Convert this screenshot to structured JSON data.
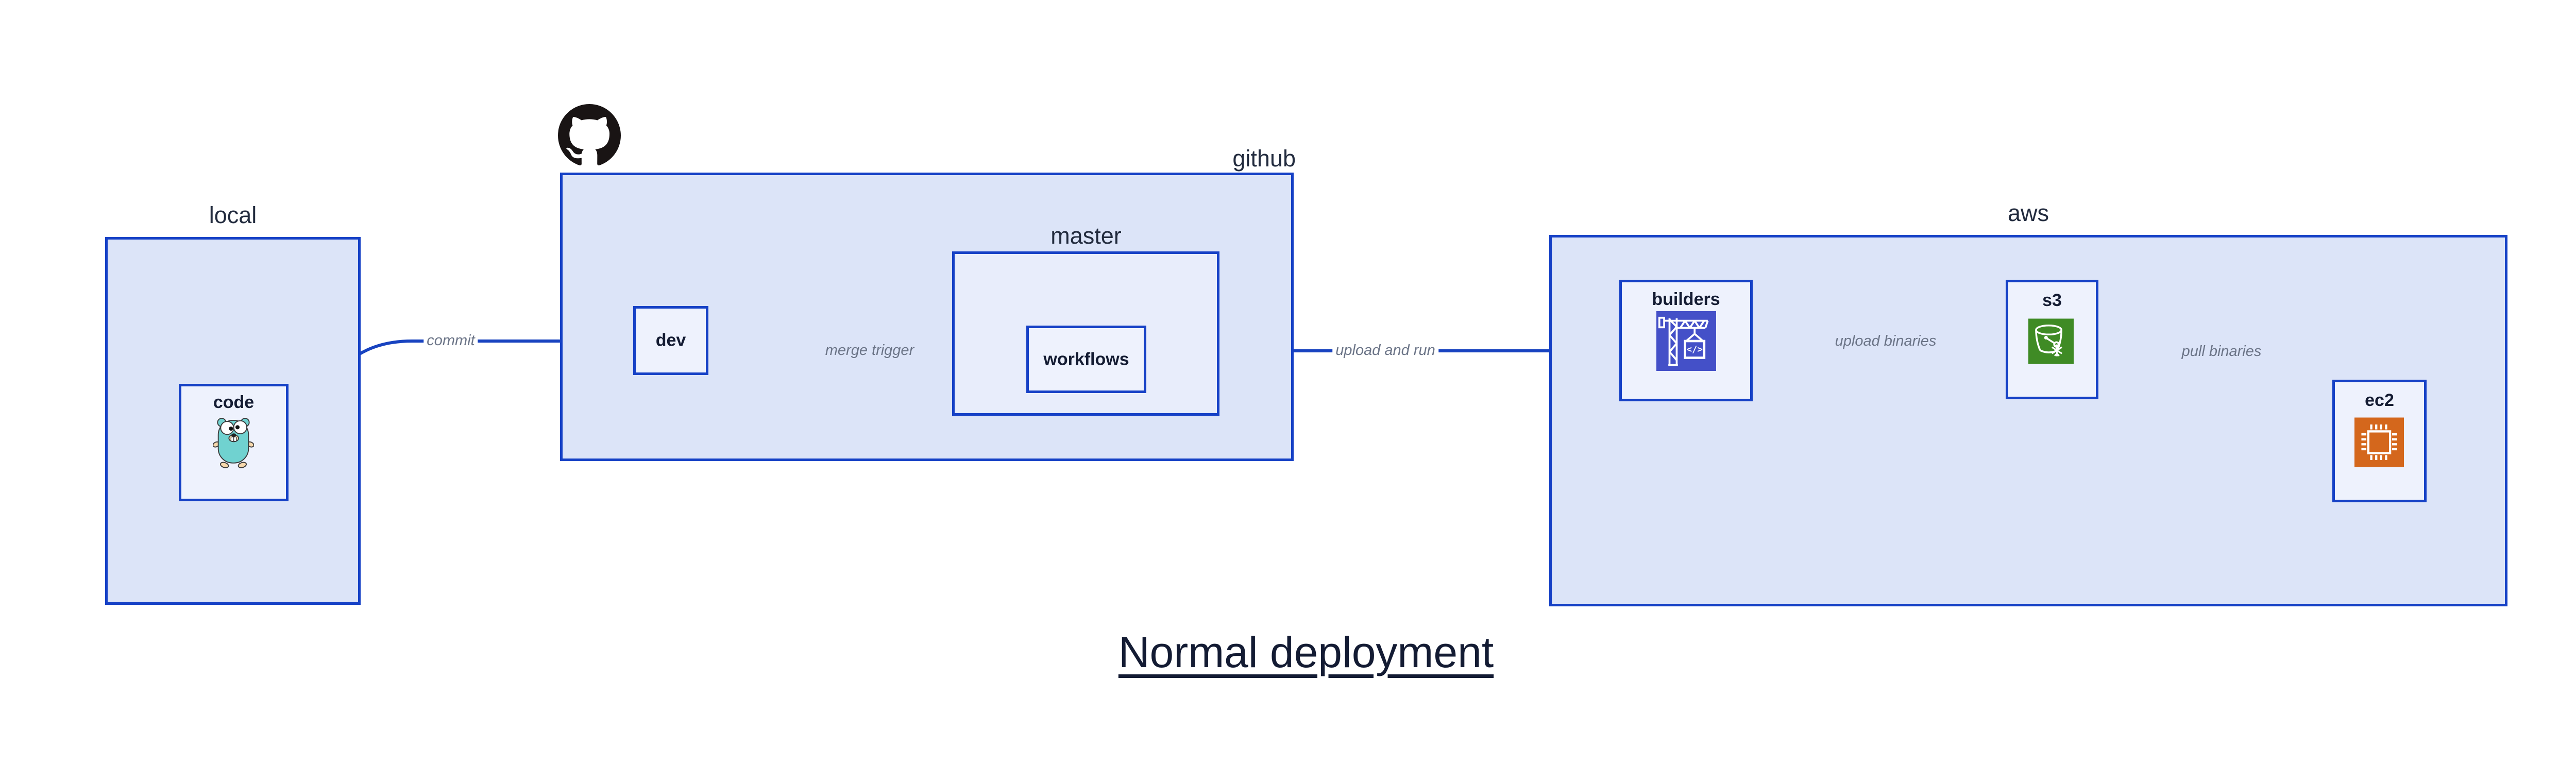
{
  "title": "Normal deployment",
  "containers": {
    "local": {
      "label": "local"
    },
    "github": {
      "label": "github"
    },
    "master": {
      "label": "master"
    },
    "aws": {
      "label": "aws"
    }
  },
  "nodes": {
    "code": {
      "label": "code"
    },
    "dev": {
      "label": "dev"
    },
    "workflows": {
      "label": "workflows"
    },
    "builders": {
      "label": "builders"
    },
    "s3": {
      "label": "s3"
    },
    "ec2": {
      "label": "ec2"
    }
  },
  "edges": {
    "commit": {
      "label": "commit"
    },
    "merge_trigger": {
      "label": "merge trigger"
    },
    "upload_and_run": {
      "label": "upload and run"
    },
    "upload_binaries": {
      "label": "upload binaries"
    },
    "pull_binaries": {
      "label": "pull binaries"
    }
  },
  "icons": {
    "github_logo": "octocat-icon",
    "code": "go-gopher-icon",
    "builders": "codebuild-crane-icon",
    "s3": "s3-glacier-bucket-icon",
    "ec2": "ec2-chip-icon"
  },
  "colors": {
    "box_border": "#1641c6",
    "arrow": "#1843c0",
    "container_fill": "#dce4f8",
    "master_fill": "#e8edfb",
    "node_fill": "#eef2fd",
    "edge_label_gray": "#6b7487",
    "label_navy": "#141c33",
    "title_navy": "#131b33",
    "octocat_black": "#191414",
    "gopher_teal": "#70d2d0",
    "codebuild_indigo": "#4450c8",
    "s3_green": "#3f8b25",
    "ec2_orange": "#d4671c"
  }
}
